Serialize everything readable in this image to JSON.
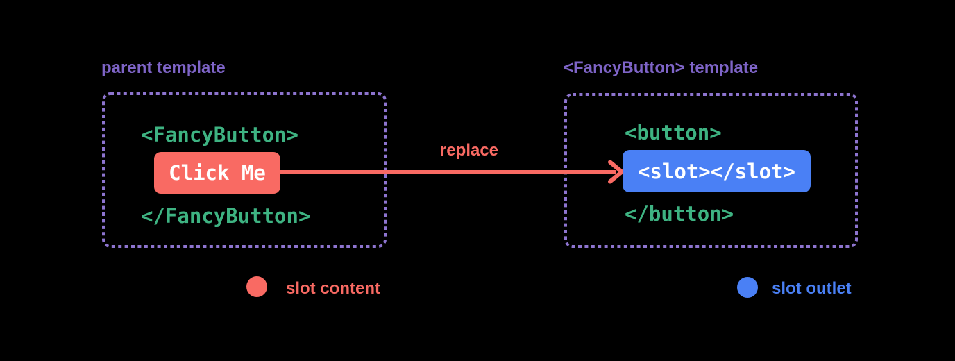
{
  "diagram": {
    "parent_template": {
      "title": "parent template",
      "open_tag": "<FancyButton>",
      "slot_content_label": "Click Me",
      "close_tag": "</FancyButton>"
    },
    "fancy_button_template": {
      "title": "<FancyButton> template",
      "open_tag": "<button>",
      "slot_outlet_label": "<slot></slot>",
      "close_tag": "</button>"
    },
    "arrow": {
      "label": "replace"
    },
    "legend": {
      "slot_content": "slot content",
      "slot_outlet": "slot outlet"
    },
    "colors": {
      "background": "#000000",
      "title_purple": "#7e64c7",
      "border_purple": "#8d74cf",
      "code_green": "#3eb382",
      "accent_red": "#f96a63",
      "accent_blue": "#4a80f5",
      "pill_text_white": "#ffffff"
    }
  }
}
